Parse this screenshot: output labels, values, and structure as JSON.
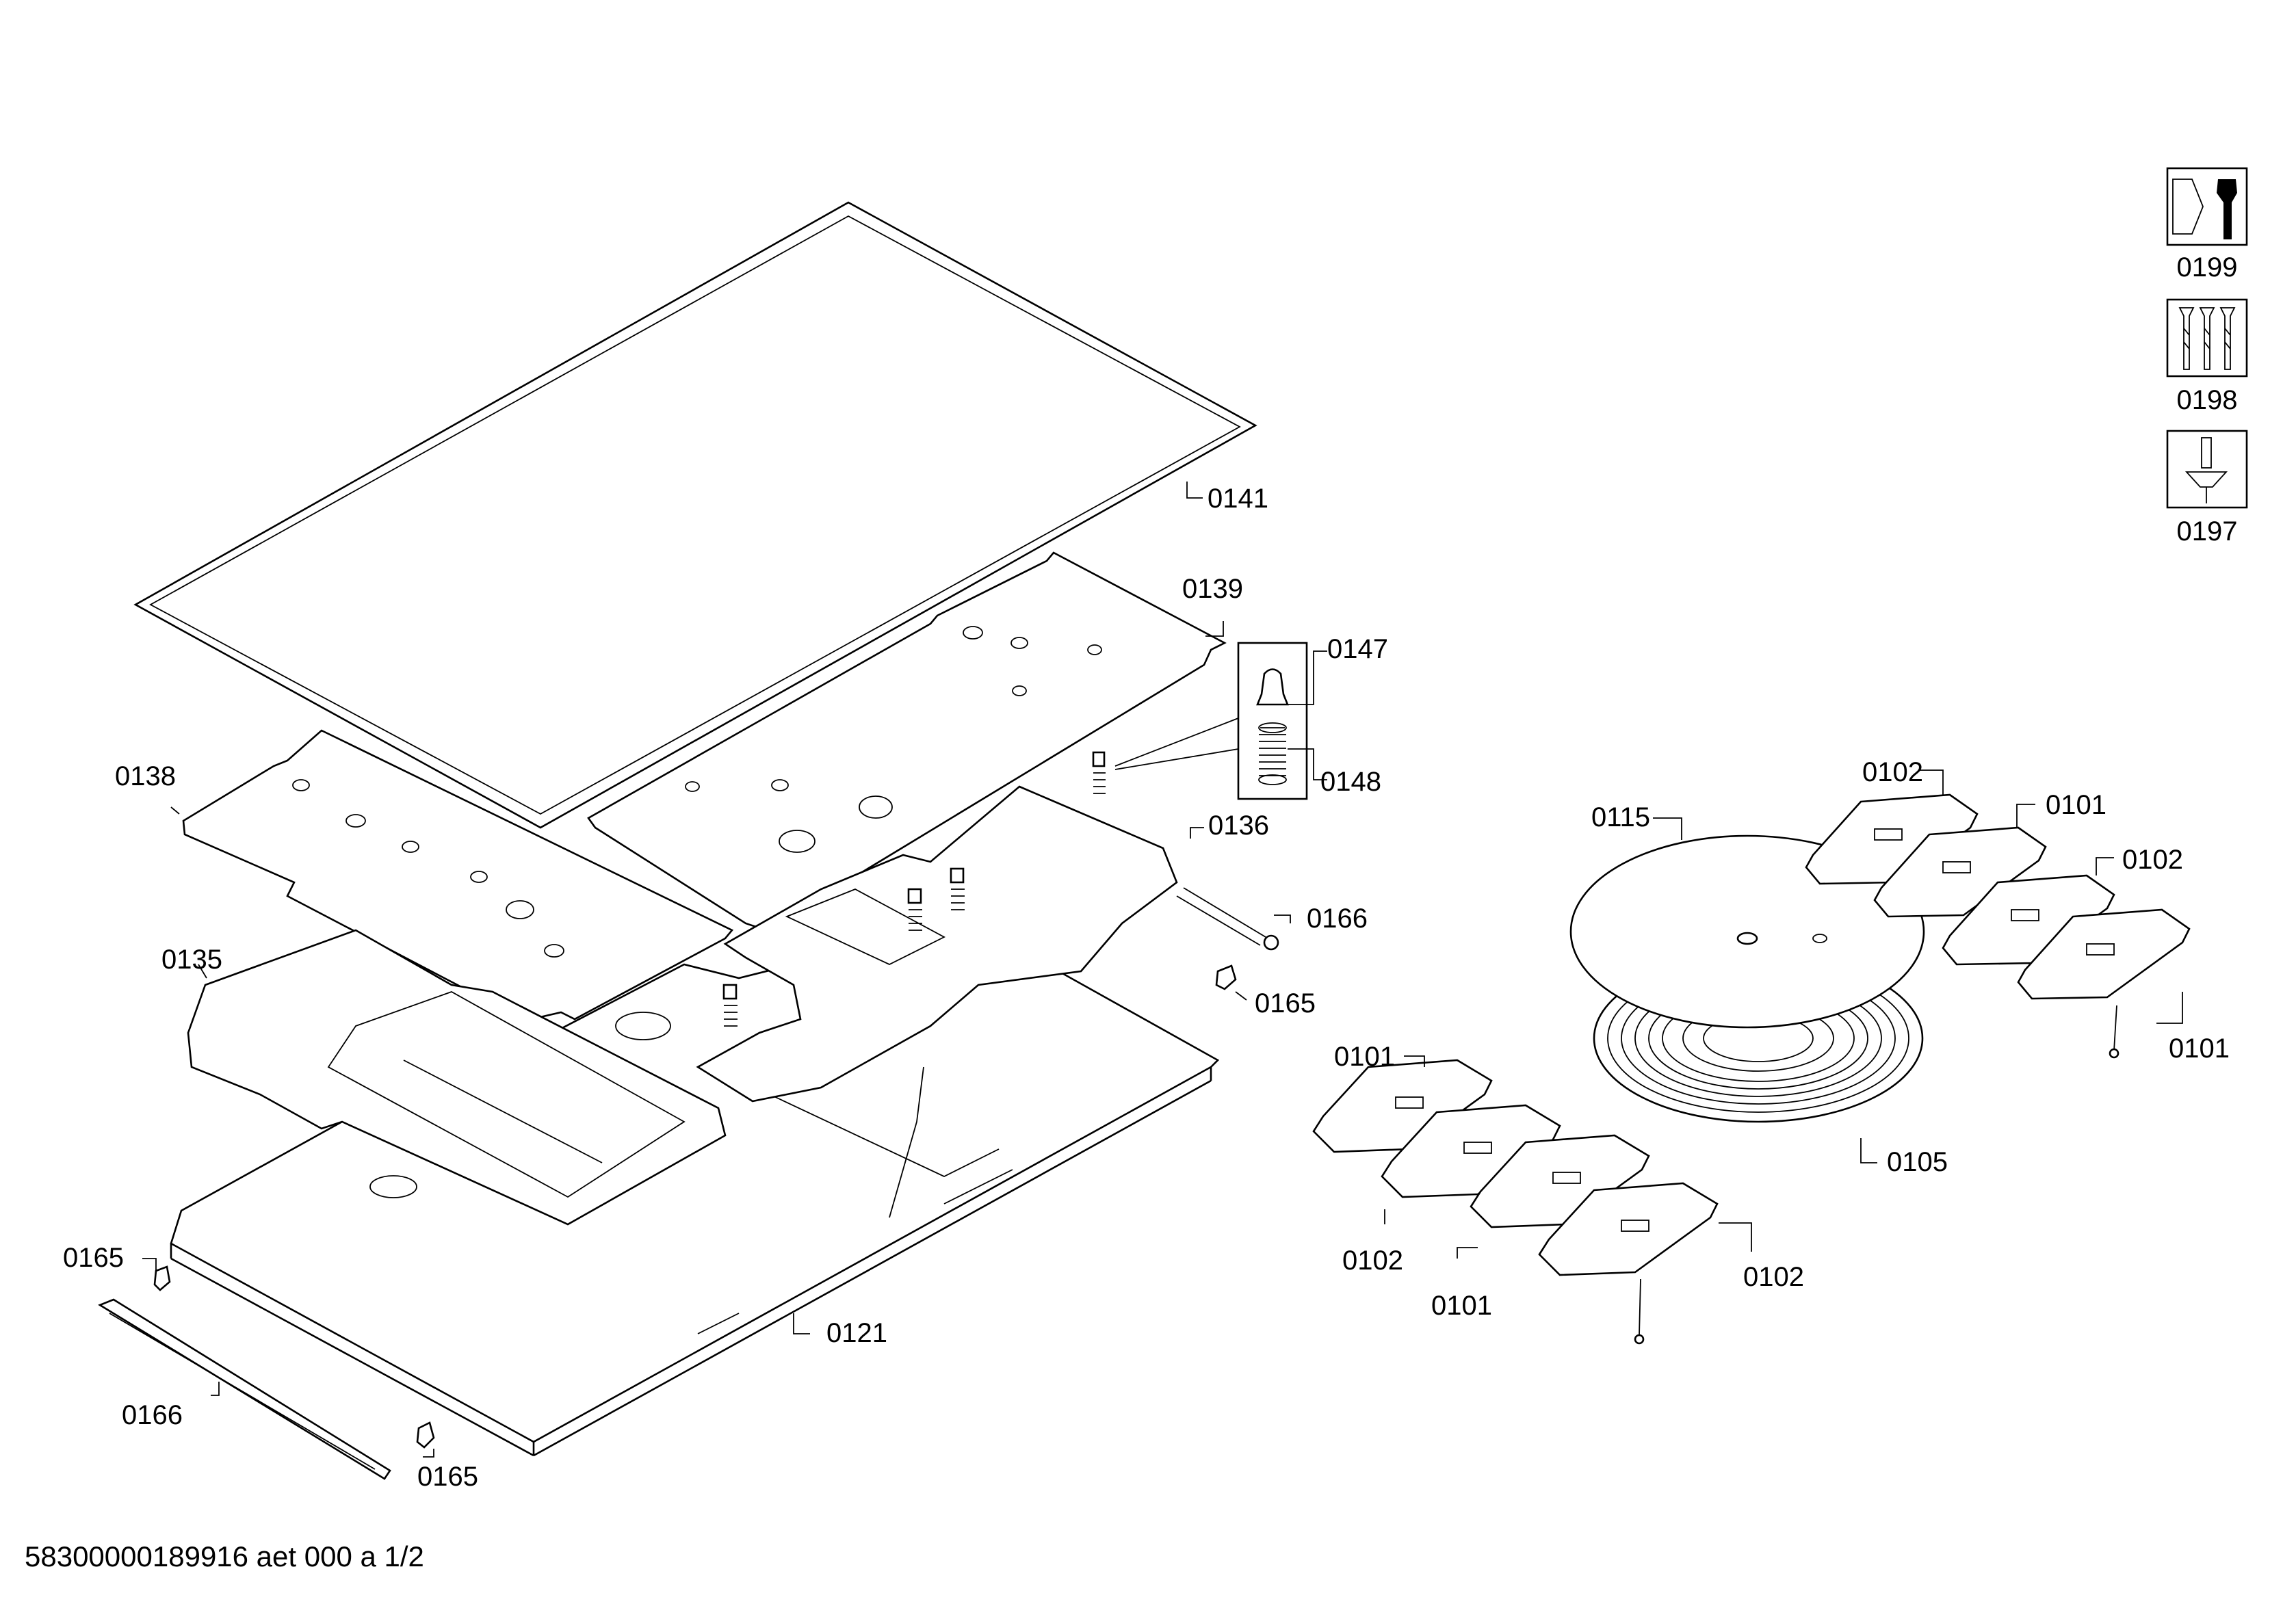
{
  "diagram": {
    "labels": {
      "p0141": "0141",
      "p0139": "0139",
      "p0147": "0147",
      "p0148": "0148",
      "p0138": "0138",
      "p0136": "0136",
      "p0166_top": "0166",
      "p0135": "0135",
      "p0165_mid": "0165",
      "p0165_left": "0165",
      "p0121": "0121",
      "p0166_bottom": "0166",
      "p0165_bottom": "0165",
      "p0115": "0115",
      "p0102_a": "0102",
      "p0101_a": "0101",
      "p0102_b": "0102",
      "p0101_b": "0101",
      "p0101_c": "0101",
      "p0105": "0105",
      "p0102_c": "0102",
      "p0101_d": "0101",
      "p0102_d": "0102"
    },
    "service_icons": [
      {
        "label": "0199",
        "icon": "wrench-nut-icon"
      },
      {
        "label": "0198",
        "icon": "screws-icon"
      },
      {
        "label": "0197",
        "icon": "tool-icon"
      }
    ]
  },
  "footer": {
    "doc_code": "58300000189916 aet 000 a 1/2"
  }
}
